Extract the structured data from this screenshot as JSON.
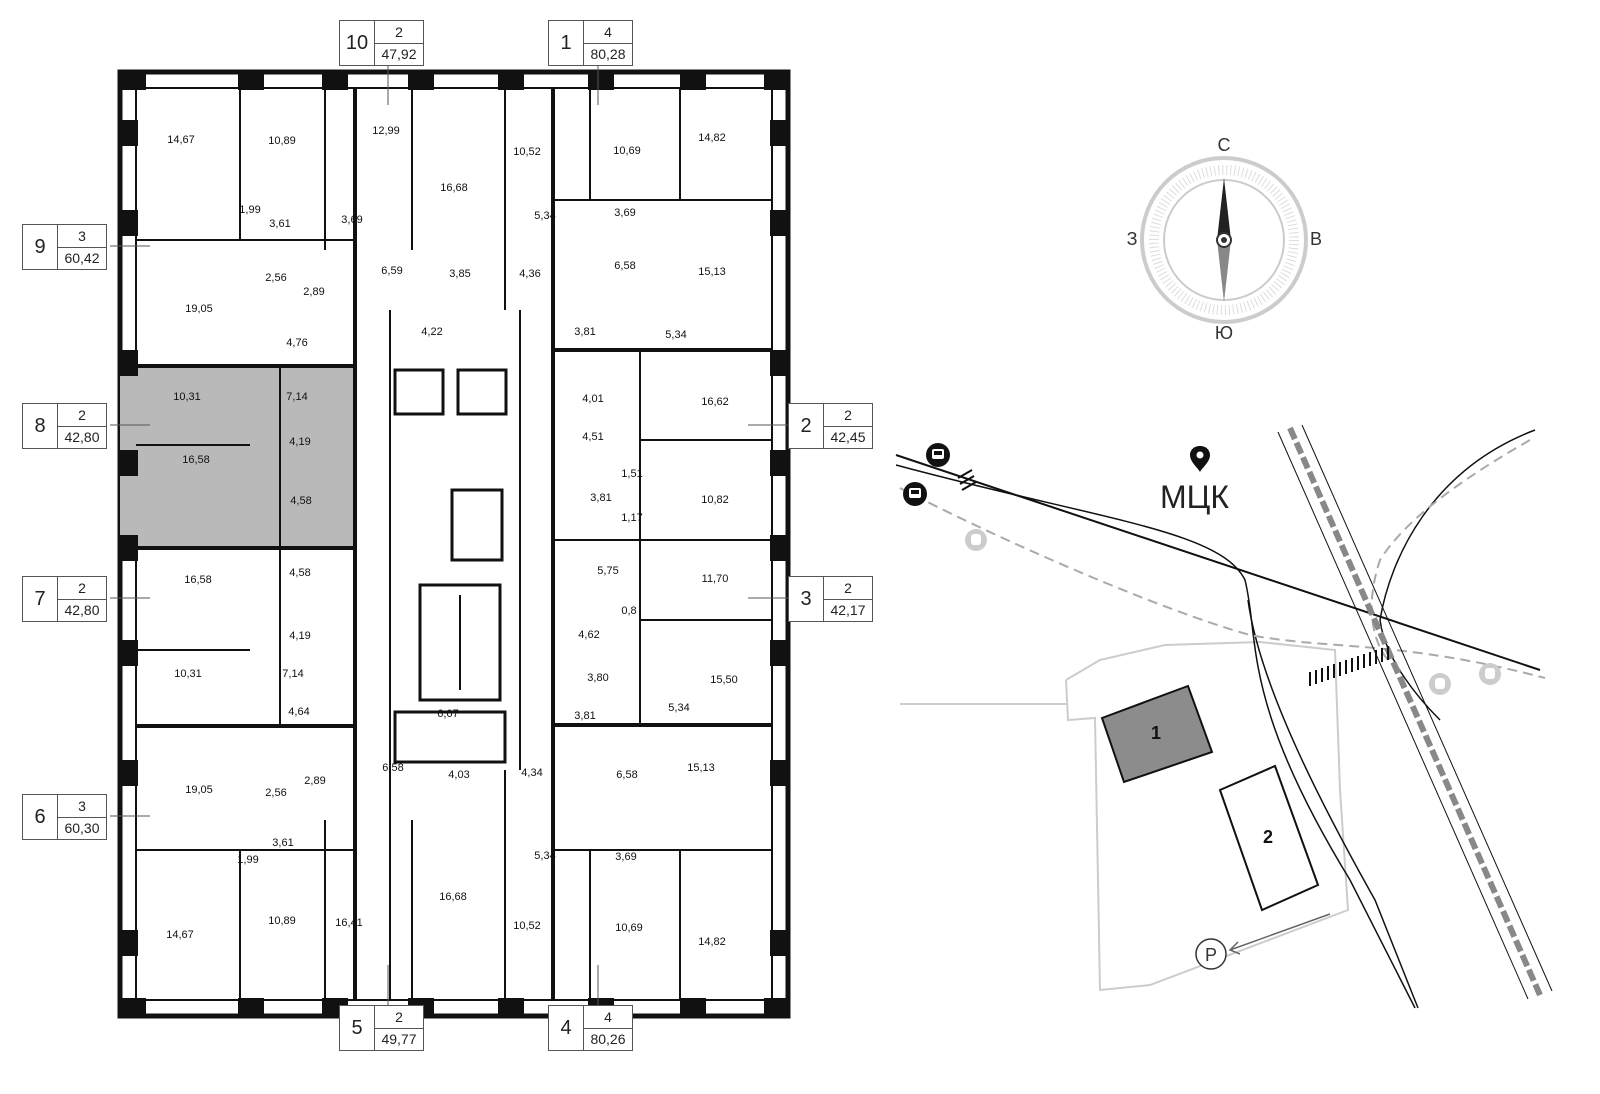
{
  "apartments": [
    {
      "num": "10",
      "rooms": "2",
      "area": "47,92"
    },
    {
      "num": "1",
      "rooms": "4",
      "area": "80,28"
    },
    {
      "num": "9",
      "rooms": "3",
      "area": "60,42"
    },
    {
      "num": "8",
      "rooms": "2",
      "area": "42,80"
    },
    {
      "num": "7",
      "rooms": "2",
      "area": "42,80"
    },
    {
      "num": "6",
      "rooms": "3",
      "area": "60,30"
    },
    {
      "num": "5",
      "rooms": "2",
      "area": "49,77"
    },
    {
      "num": "4",
      "rooms": "4",
      "area": "80,26"
    },
    {
      "num": "2",
      "rooms": "2",
      "area": "42,45"
    },
    {
      "num": "3",
      "rooms": "2",
      "area": "42,17"
    }
  ],
  "rooms": [
    "14,67",
    "10,89",
    "12,99",
    "16,68",
    "10,52",
    "10,69",
    "14,82",
    "1,99",
    "3,61",
    "3,69",
    "5,34",
    "3,69",
    "2,56",
    "2,89",
    "6,59",
    "3,85",
    "4,36",
    "6,58",
    "15,13",
    "19,05",
    "4,76",
    "4,22",
    "3,81",
    "5,34",
    "10,31",
    "7,14",
    "4,01",
    "16,62",
    "4,19",
    "4,51",
    "16,58",
    "4,58",
    "1,51",
    "3,81",
    "1,17",
    "10,82",
    "5,75",
    "11,70",
    "4,58",
    "0,8",
    "16,58",
    "4,19",
    "4,62",
    "10,31",
    "7,14",
    "3,80",
    "15,50",
    "5,34",
    "4,64",
    "6,07",
    "3,81",
    "19,05",
    "2,56",
    "2,89",
    "6,58",
    "4,03",
    "4,34",
    "6,58",
    "15,13",
    "3,61",
    "1,99",
    "5,34",
    "3,69",
    "16,41",
    "16,68",
    "10,89",
    "14,67",
    "10,52",
    "10,69",
    "14,82"
  ],
  "compass": {
    "north": "С",
    "south": "Ю",
    "west": "З",
    "east": "В"
  },
  "map": {
    "station": "МЦК",
    "building_1": "1",
    "building_2": "2",
    "parking": "P"
  }
}
